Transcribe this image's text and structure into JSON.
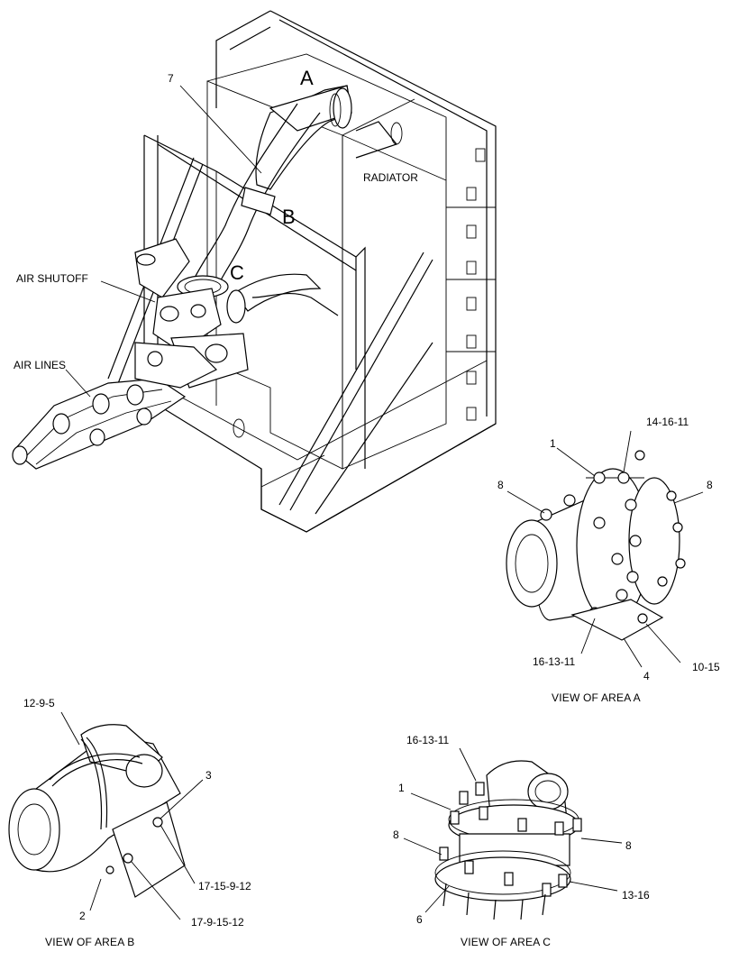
{
  "main_view": {
    "area_labels": [
      "A",
      "B",
      "C"
    ],
    "radiator_label": "RADIATOR",
    "air_shutoff_label": "AIR SHUTOFF",
    "air_lines_label": "AIR LINES",
    "callout_7": "7"
  },
  "view_a": {
    "caption": "VIEW OF AREA  A",
    "callouts": [
      "1",
      "14-16-11",
      "8",
      "8",
      "16-13-11",
      "4",
      "10-15"
    ]
  },
  "view_b": {
    "caption": "VIEW OF AREA  B",
    "callouts": [
      "12-9-5",
      "3",
      "17-15-9-12",
      "2",
      "17-9-15-12"
    ]
  },
  "view_c": {
    "caption": "VIEW OF AREA  C",
    "callouts": [
      "16-13-11",
      "1",
      "8",
      "8",
      "13-16",
      "6"
    ]
  }
}
